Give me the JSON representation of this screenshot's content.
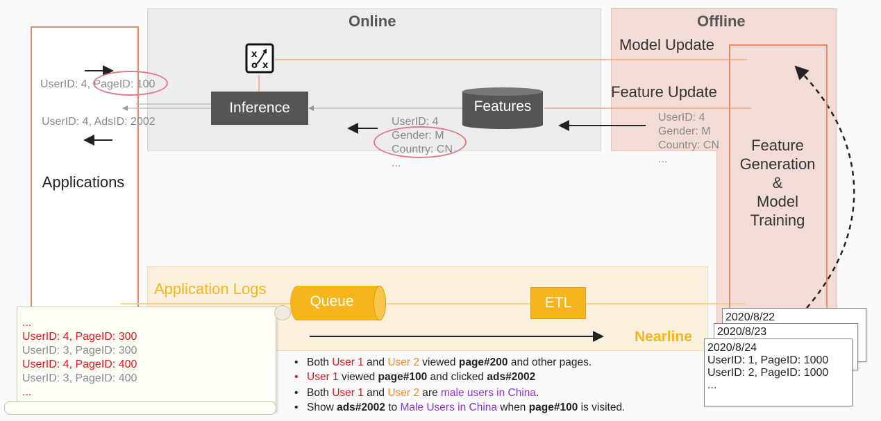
{
  "panels": {
    "online_title": "Online",
    "offline_title": "Offline",
    "nearline_title": "Nearline",
    "app_logs_title": "Application Logs"
  },
  "applications": {
    "label": "Applications"
  },
  "online": {
    "request": "UserID: 4, PageID: 100",
    "response": "UserID: 4, AdsID: 2002",
    "inference": "Inference",
    "features": "Features",
    "feature_vals": [
      "UserID: 4",
      "Gender: M",
      "Country: CN",
      "..."
    ]
  },
  "offline": {
    "model_update": "Model Update",
    "feature_update": "Feature Update",
    "feature_vals": [
      "UserID: 4",
      "Gender: M",
      "Country: CN",
      "..."
    ],
    "training_lines": [
      "Feature",
      "Generation",
      "&",
      "Model",
      "Training"
    ]
  },
  "nearline": {
    "queue": "Queue",
    "etl": "ETL"
  },
  "scroll": {
    "lines": [
      {
        "text": "...",
        "style": "red"
      },
      {
        "text": "UserID: 4, PageID: 300",
        "style": "red"
      },
      {
        "text": "UserID: 3, PageID: 300",
        "style": "gray"
      },
      {
        "text": "UserID: 4, PageID: 400",
        "style": "red"
      },
      {
        "text": "UserID: 3, PageID: 400",
        "style": "gray"
      },
      {
        "text": "...",
        "style": "red"
      }
    ]
  },
  "bullets": {
    "b1": {
      "p1": "Both ",
      "u1": "User 1",
      "p2": " and ",
      "u2": "User 2",
      "p3": " viewed ",
      "page": "page#200",
      "p4": " and other pages."
    },
    "b2": {
      "u1": "User 1",
      "p1": " viewed ",
      "page": "page#100",
      "p2": " and clicked ",
      "ads": "ads#2002"
    },
    "b3": {
      "p1": "Both ",
      "u1": "User 1",
      "p2": " and ",
      "u2": "User 2",
      "p3": " are ",
      "seg": "male users in China",
      "p4": "."
    },
    "b4": {
      "p1": "Show ",
      "ads": "ads#2002",
      "p2": " to ",
      "seg": "Male Users in China",
      "p3": " when ",
      "page": "page#100",
      "p4": " is visited."
    }
  },
  "daily_logs": {
    "dates": [
      "2020/8/22",
      "2020/8/23",
      "2020/8/24"
    ],
    "front_lines": [
      {
        "text": "UserID: 1, PageID: 1000",
        "style": "red"
      },
      {
        "text": "UserID: 2, PageID: 1000",
        "style": "blue"
      },
      {
        "text": "...",
        "style": "dark"
      }
    ]
  },
  "colors": {
    "orange_accent": "#f5b51d",
    "app_border": "#e58a6a",
    "offline_bg": "#f3dcd6",
    "online_bg": "#ececec"
  },
  "icons": {
    "model_icon": "strategy-board-icon"
  }
}
